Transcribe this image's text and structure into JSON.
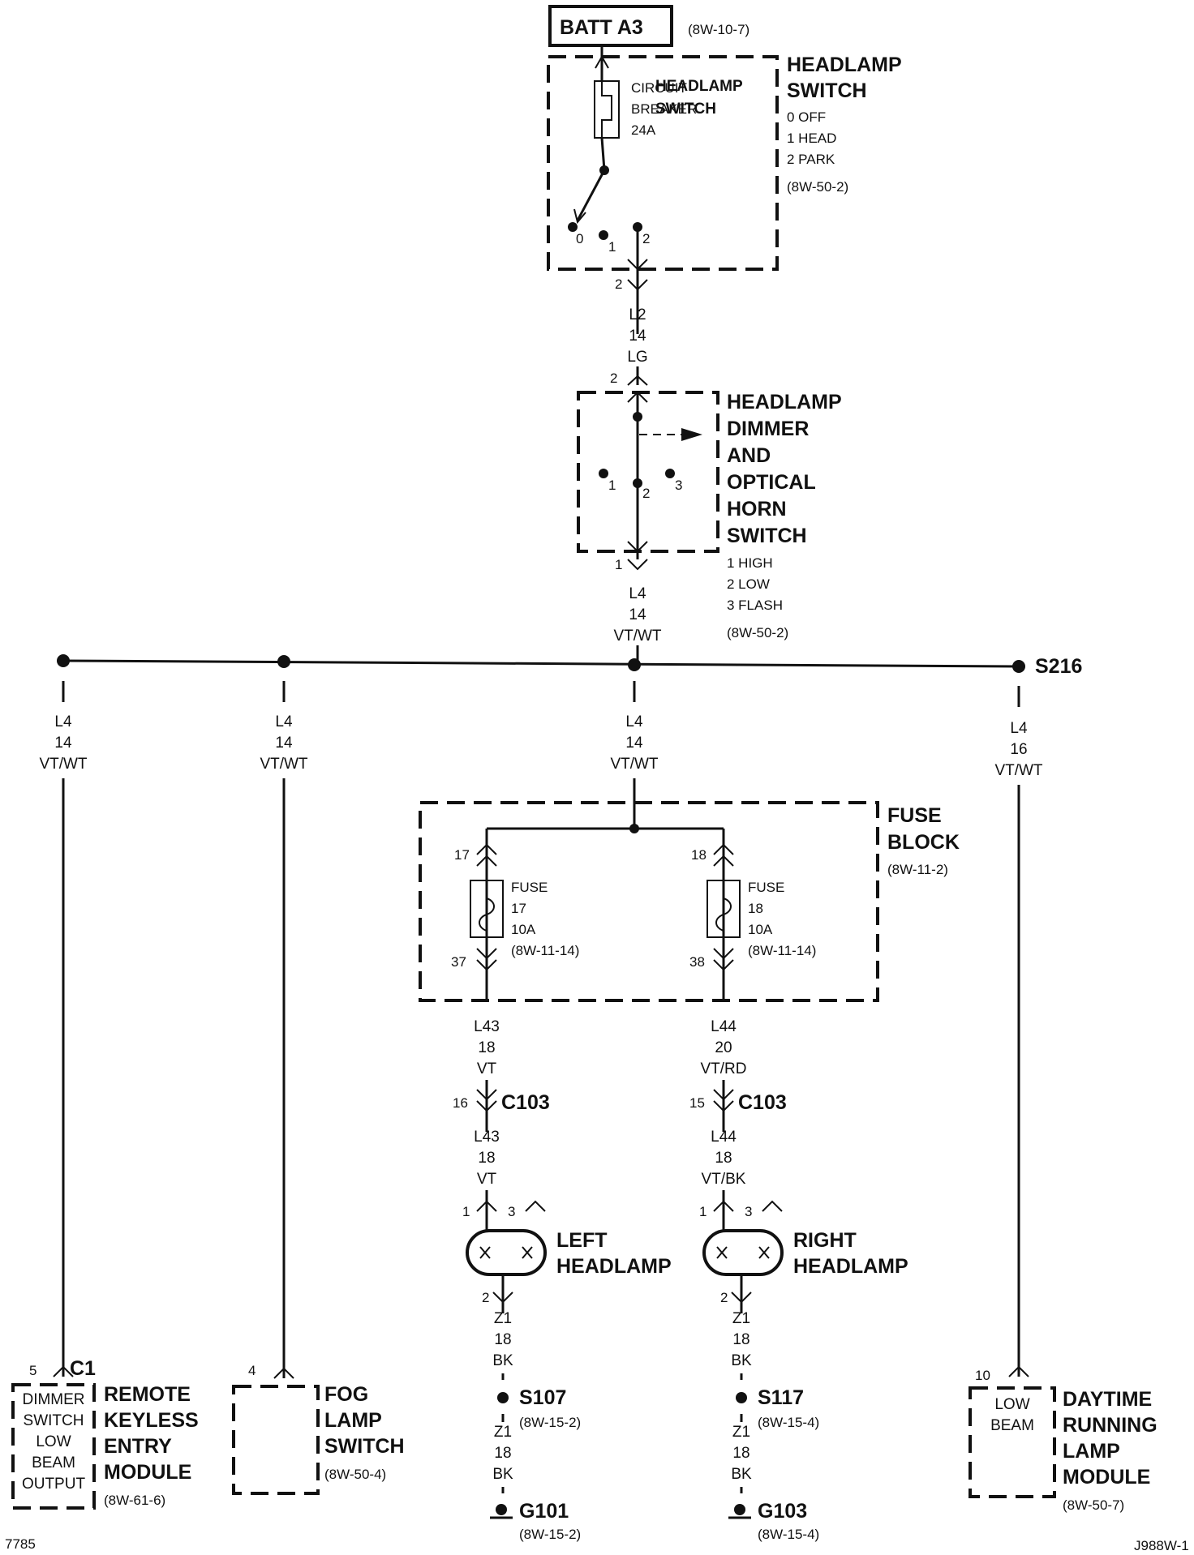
{
  "battery": {
    "label": "BATT A3",
    "ref": "(8W-10-7)"
  },
  "headlamp_switch": {
    "title": [
      "HEADLAMP",
      "SWITCH"
    ],
    "positions": [
      "0 OFF",
      "1 HEAD",
      "2 PARK"
    ],
    "ref": "(8W-50-2)",
    "breaker": [
      "CIRCUIT",
      "BREAKER",
      "24A"
    ],
    "contacts": [
      "0",
      "2",
      "1"
    ],
    "pin_out": "2"
  },
  "wire_l2": [
    "L2",
    "14",
    "LG"
  ],
  "dimmer_switch": {
    "title": [
      "HEADLAMP",
      "DIMMER",
      "AND",
      "OPTICAL",
      "HORN",
      "SWITCH"
    ],
    "positions": [
      "1 HIGH",
      "2 LOW",
      "3 FLASH"
    ],
    "ref": "(8W-50-2)",
    "contacts": [
      "1",
      "2",
      "3"
    ],
    "pin_in": "2",
    "pin_out": "1"
  },
  "wire_l4_main": [
    "L4",
    "14",
    "VT/WT"
  ],
  "splice_s216": "S216",
  "branch_rke": [
    "L4",
    "14",
    "VT/WT"
  ],
  "branch_fog": [
    "L4",
    "14",
    "VT/WT"
  ],
  "branch_fuse": [
    "L4",
    "14",
    "VT/WT"
  ],
  "branch_drl": [
    "L4",
    "16",
    "VT/WT"
  ],
  "fuse_block": {
    "title": [
      "FUSE",
      "BLOCK"
    ],
    "ref": "(8W-11-2)",
    "fuse17": {
      "pin_in": "17",
      "pin_out": "37",
      "label": [
        "FUSE",
        "17",
        "10A",
        "(8W-11-14)"
      ]
    },
    "fuse18": {
      "pin_in": "18",
      "pin_out": "38",
      "label": [
        "FUSE",
        "18",
        "10A",
        "(8W-11-14)"
      ]
    }
  },
  "left_circuit": {
    "wire_a": [
      "L43",
      "18",
      "VT"
    ],
    "connector_pin": "16",
    "connector": "C103",
    "wire_b": [
      "L43",
      "18",
      "VT"
    ],
    "lamp_pins": [
      "1",
      "3"
    ],
    "lamp_label": [
      "LEFT",
      "HEADLAMP"
    ],
    "ground_pin": "2",
    "wire_c": [
      "Z1",
      "18",
      "BK"
    ],
    "splice": "S107",
    "splice_ref": "(8W-15-2)",
    "wire_d": [
      "Z1",
      "18",
      "BK"
    ],
    "ground": "G101",
    "ground_ref": "(8W-15-2)"
  },
  "right_circuit": {
    "wire_a": [
      "L44",
      "20",
      "VT/RD"
    ],
    "connector_pin": "15",
    "connector": "C103",
    "wire_b": [
      "L44",
      "18",
      "VT/BK"
    ],
    "lamp_pins": [
      "1",
      "3"
    ],
    "lamp_label": [
      "RIGHT",
      "HEADLAMP"
    ],
    "ground_pin": "2",
    "wire_c": [
      "Z1",
      "18",
      "BK"
    ],
    "splice": "S117",
    "splice_ref": "(8W-15-4)",
    "wire_d": [
      "Z1",
      "18",
      "BK"
    ],
    "ground": "G103",
    "ground_ref": "(8W-15-4)"
  },
  "rke_module": {
    "pin": "5",
    "connector": "C1",
    "inner": [
      "DIMMER",
      "SWITCH",
      "LOW",
      "BEAM",
      "OUTPUT"
    ],
    "title": [
      "REMOTE",
      "KEYLESS",
      "ENTRY",
      "MODULE"
    ],
    "ref": "(8W-61-6)"
  },
  "fog_switch": {
    "pin": "4",
    "title": [
      "FOG",
      "LAMP",
      "SWITCH"
    ],
    "ref": "(8W-50-4)"
  },
  "drl_module": {
    "pin": "10",
    "inner": [
      "LOW",
      "BEAM"
    ],
    "title": [
      "DAYTIME",
      "RUNNING",
      "LAMP",
      "MODULE"
    ],
    "ref": "(8W-50-7)"
  },
  "footer": {
    "left": "7785",
    "right": "J988W-1"
  }
}
